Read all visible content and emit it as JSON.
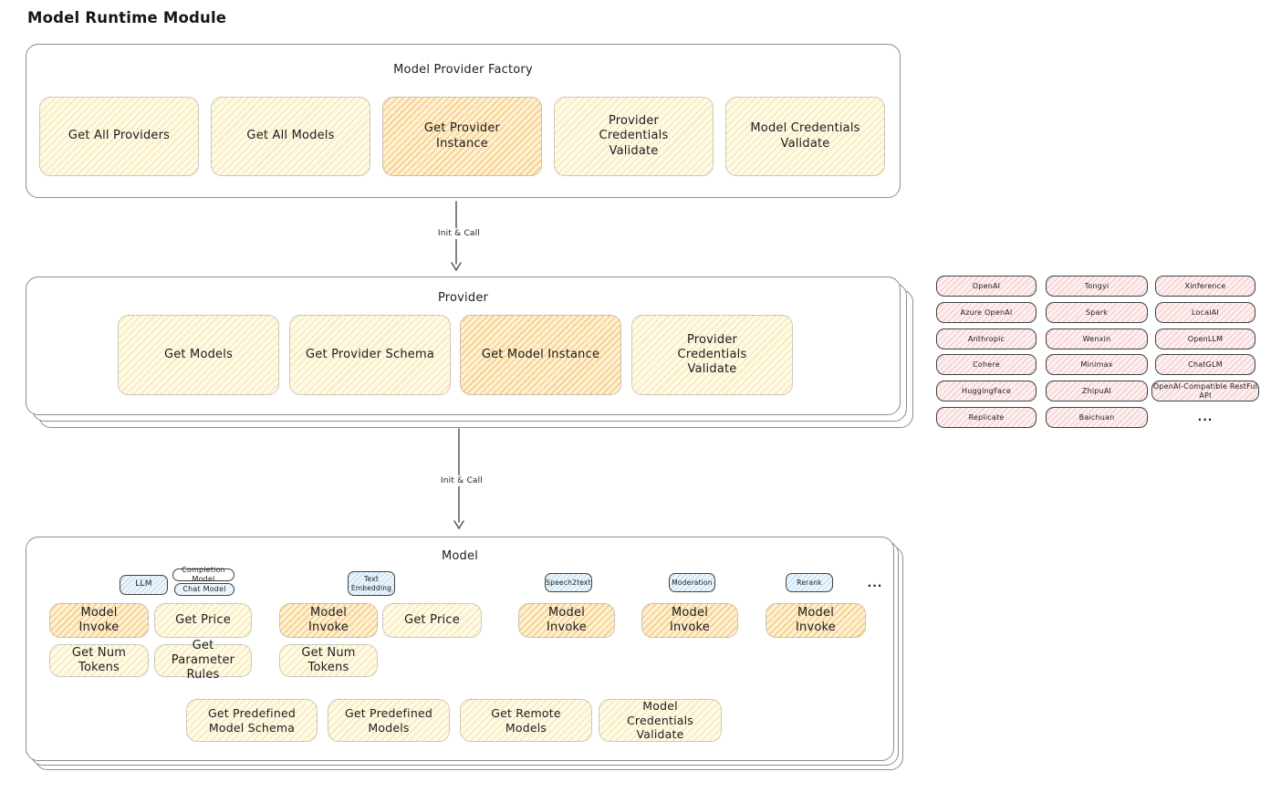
{
  "title": "Model Runtime Module",
  "palette": {
    "yellow-bg": "#fefae8",
    "orange-bg": "#fdf0d3",
    "pink-bg": "#fdf0f0",
    "blue-bg": "#eef6fc"
  },
  "arrows": {
    "factory_to_provider": "Init & Call",
    "provider_to_model": "Init & Call"
  },
  "factory": {
    "title": "Model Provider Factory",
    "methods": [
      {
        "label": "Get All Providers",
        "highlight": false
      },
      {
        "label": "Get All Models",
        "highlight": false
      },
      {
        "label": "Get Provider Instance",
        "highlight": true
      },
      {
        "label": "Provider Credentials Validate",
        "highlight": false
      },
      {
        "label": "Model Credentials Validate",
        "highlight": false
      }
    ]
  },
  "provider": {
    "title": "Provider",
    "methods": [
      {
        "label": "Get Models",
        "highlight": false
      },
      {
        "label": "Get Provider Schema",
        "highlight": false
      },
      {
        "label": "Get Model Instance",
        "highlight": true
      },
      {
        "label": "Provider Credentials Validate",
        "highlight": false
      }
    ]
  },
  "providers_grid": {
    "columns": [
      [
        "OpenAI",
        "Azure OpenAI",
        "Anthropic",
        "Cohere",
        "HuggingFace",
        "Replicate"
      ],
      [
        "Tongyi",
        "Spark",
        "Wenxin",
        "Minimax",
        "ZhipuAI",
        "Baichuan"
      ],
      [
        "Xinference",
        "LocalAI",
        "OpenLLM",
        "ChatGLM",
        "OpenAI-Compatible RestFul API"
      ]
    ],
    "ellipsis": "..."
  },
  "model": {
    "title": "Model",
    "tabs": {
      "llm": "LLM",
      "completion_model": "Completion Model",
      "chat_model": "Chat Model",
      "text_embedding": "Text Embedding",
      "speech2text": "Speech2text",
      "moderation": "Moderation",
      "rerank": "Rerank",
      "more": "..."
    },
    "methods": {
      "model_invoke": "Model Invoke",
      "get_price": "Get Price",
      "get_num_tokens": "Get Num Tokens",
      "get_parameter_rules": "Get Parameter Rules",
      "get_predefined_model_schema": "Get Predefined Model Schema",
      "get_predefined_models": "Get Predefined Models",
      "get_remote_models": "Get Remote Models",
      "model_credentials_validate": "Model Credentials Validate"
    }
  }
}
